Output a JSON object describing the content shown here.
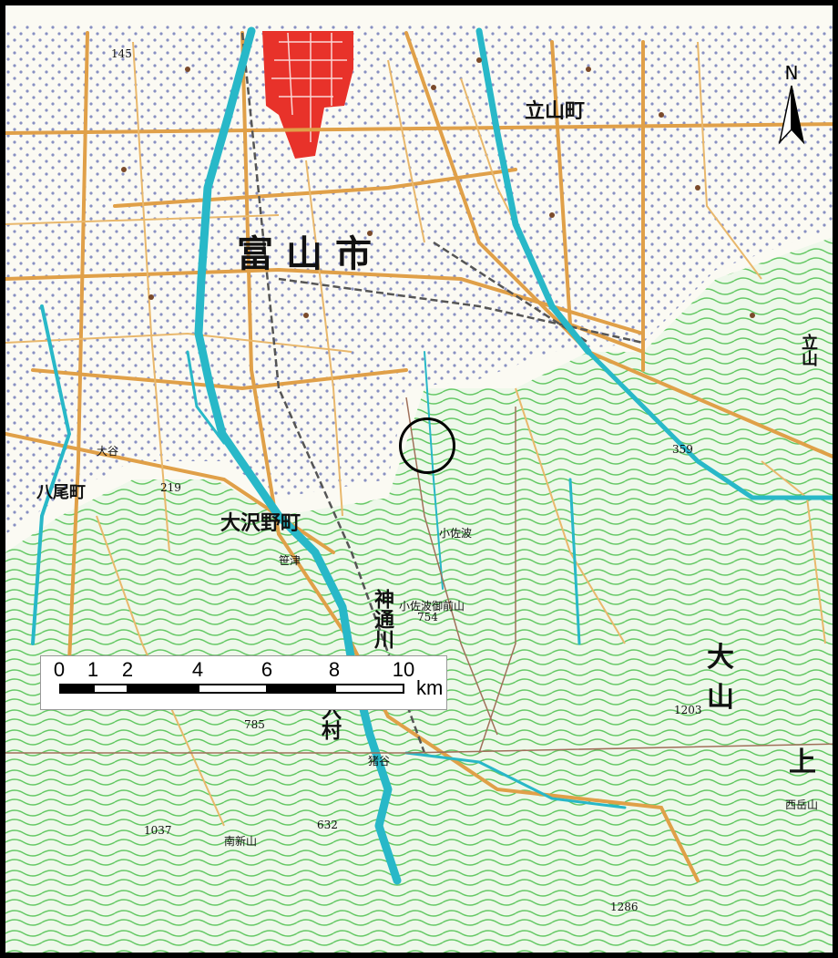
{
  "map": {
    "labels": {
      "city": "富山市",
      "town_osawano": "大沢野町",
      "town_yao": "八尾町",
      "town_tateyama": "立山町",
      "river_jinzu": "神通川",
      "village_hosoiri": "細入村",
      "mountain_oyama": "大山",
      "kamiichi": "上",
      "tateyama_side": "立山",
      "place_kosado": "小佐波",
      "place_sasazu": "笹津",
      "place_inotani": "猪谷",
      "place_otani": "大谷",
      "peak_kosado": "小佐波御前山",
      "peak_kosado_elev": "754",
      "peak_nishidake": "西岳山",
      "peak_minami": "南新山",
      "elev_1": "145",
      "elev_2": "219",
      "elev_3": "359",
      "elev_4": "785",
      "elev_5": "1203",
      "elev_6": "1037",
      "elev_7": "1286",
      "elev_8": "632"
    },
    "colors": {
      "urban": "#e8322a",
      "roads": "#e0a048",
      "rivers": "#28b8c8",
      "contours": "#4cbf4c",
      "dots": "#2a3a9a",
      "railway": "#555555"
    }
  },
  "north_arrow": {
    "label": "N"
  },
  "scale_bar": {
    "tick_labels": [
      "0",
      "1",
      "2",
      "4",
      "6",
      "8",
      "10"
    ],
    "unit": "km"
  }
}
